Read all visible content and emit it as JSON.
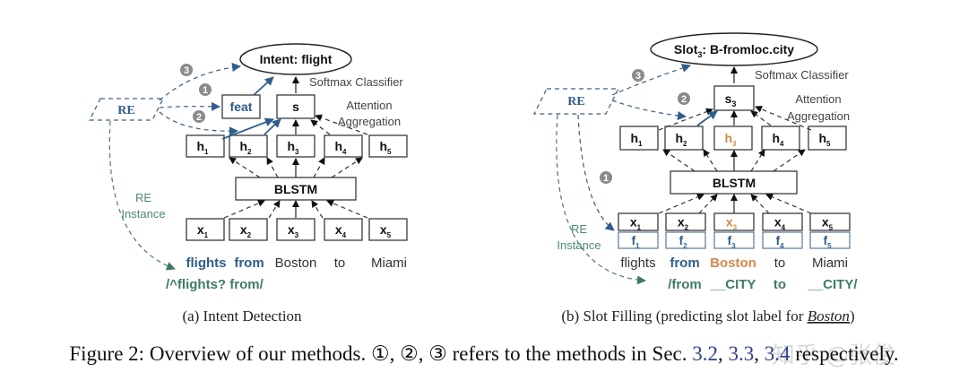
{
  "panel_a": {
    "output_label": "Intent: flight",
    "softmax_label": "Softmax Classifier",
    "attention_label_line1": "Attention",
    "attention_label_line2": "Aggregation",
    "feat_label": "feat",
    "s_label": "s",
    "blstm_label": "BLSTM",
    "re_label": "RE",
    "re_instance_line1": "RE",
    "re_instance_line2": "Instance",
    "hidden": [
      "h",
      "h",
      "h",
      "h",
      "h"
    ],
    "hidden_sub": [
      "1",
      "2",
      "3",
      "4",
      "5"
    ],
    "inputs": [
      "x",
      "x",
      "x",
      "x",
      "x"
    ],
    "inputs_sub": [
      "1",
      "2",
      "3",
      "4",
      "5"
    ],
    "words": [
      "flights",
      "from",
      "Boston",
      "to",
      "Miami"
    ],
    "regex": "/^flights? from/",
    "method_markers": [
      "3",
      "1",
      "2"
    ],
    "caption": "(a)  Intent Detection"
  },
  "panel_b": {
    "output_label_pre": "Slot",
    "output_label_sub": "3",
    "output_label_post": ": B-fromloc.city",
    "softmax_label": "Softmax Classifier",
    "attention_label_line1": "Attention",
    "attention_label_line2": "Aggregation",
    "s_label": "s",
    "s_sub": "3",
    "blstm_label": "BLSTM",
    "re_label": "RE",
    "re_instance_line1": "RE",
    "re_instance_line2": "Instance",
    "hidden": [
      "h",
      "h",
      "h",
      "h",
      "h"
    ],
    "hidden_sub": [
      "1",
      "2",
      "3",
      "4",
      "5"
    ],
    "inputs": [
      "x",
      "x",
      "x",
      "x",
      "x"
    ],
    "inputs_sub": [
      "1",
      "2",
      "3",
      "4",
      "5"
    ],
    "features": [
      "f",
      "f",
      "f",
      "f",
      "f"
    ],
    "features_sub": [
      "1",
      "2",
      "3",
      "4",
      "5"
    ],
    "words": [
      "flights",
      "from",
      "Boston",
      "to",
      "Miami"
    ],
    "regex": [
      "/from",
      "__CITY",
      "to",
      "__CITY/"
    ],
    "method_markers": [
      "3",
      "2",
      "1"
    ],
    "caption_pre": "(b)  Slot Filling (predicting slot label for ",
    "caption_em": "Boston",
    "caption_post": ")"
  },
  "figure_caption": {
    "prefix": "Figure 2: Overview of our methods. ",
    "markers": "①, ②, ③",
    "middle": " refers to the methods in Sec. ",
    "refs": [
      "3.2",
      "3.3",
      "3.4"
    ],
    "suffix": " respectively."
  },
  "watermark": "知乎 @张俊",
  "colors": {
    "highlight_blue": "#2f5d8c",
    "highlight_orange": "#d08a4a",
    "regex_green": "#3f7a68",
    "marker_gray": "#8a8a8a"
  }
}
